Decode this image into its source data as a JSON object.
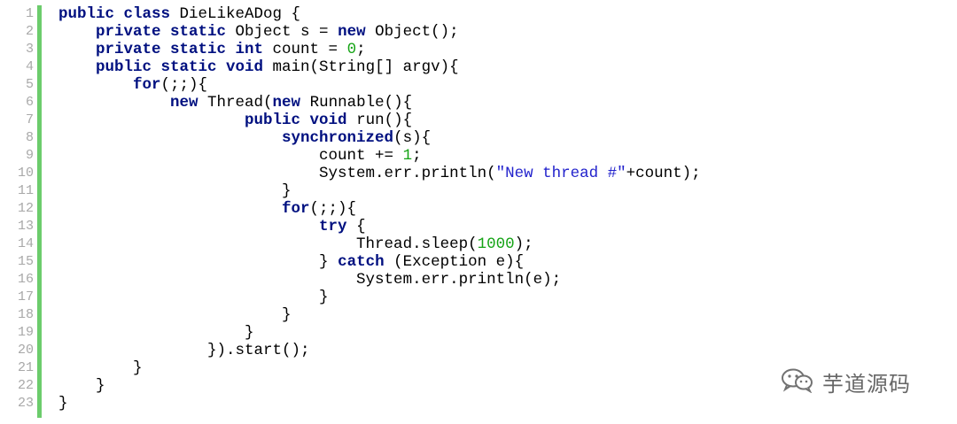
{
  "editor": {
    "line_numbers": [
      "1",
      "2",
      "3",
      "4",
      "5",
      "6",
      "7",
      "8",
      "9",
      "10",
      "11",
      "12",
      "13",
      "14",
      "15",
      "16",
      "17",
      "18",
      "19",
      "20",
      "21",
      "22",
      "23"
    ],
    "lines": [
      [
        {
          "t": "public class ",
          "c": "kw"
        },
        {
          "t": "DieLikeADog {",
          "c": ""
        }
      ],
      [
        {
          "t": "    private static ",
          "c": "kw"
        },
        {
          "t": "Object s = ",
          "c": ""
        },
        {
          "t": "new ",
          "c": "kw"
        },
        {
          "t": "Object();",
          "c": ""
        }
      ],
      [
        {
          "t": "    private static int ",
          "c": "kw"
        },
        {
          "t": "count = ",
          "c": ""
        },
        {
          "t": "0",
          "c": "num"
        },
        {
          "t": ";",
          "c": ""
        }
      ],
      [
        {
          "t": "    public static void ",
          "c": "kw"
        },
        {
          "t": "main(String[] argv){",
          "c": ""
        }
      ],
      [
        {
          "t": "        for",
          "c": "kw"
        },
        {
          "t": "(;;){",
          "c": ""
        }
      ],
      [
        {
          "t": "            new ",
          "c": "kw"
        },
        {
          "t": "Thread(",
          "c": ""
        },
        {
          "t": "new ",
          "c": "kw"
        },
        {
          "t": "Runnable(){",
          "c": ""
        }
      ],
      [
        {
          "t": "                    public void ",
          "c": "kw"
        },
        {
          "t": "run(){",
          "c": ""
        }
      ],
      [
        {
          "t": "                        synchronized",
          "c": "kw"
        },
        {
          "t": "(s){",
          "c": ""
        }
      ],
      [
        {
          "t": "                            count += ",
          "c": ""
        },
        {
          "t": "1",
          "c": "num"
        },
        {
          "t": ";",
          "c": ""
        }
      ],
      [
        {
          "t": "                            System.err.println(",
          "c": ""
        },
        {
          "t": "\"New thread #\"",
          "c": "str"
        },
        {
          "t": "+count);",
          "c": ""
        }
      ],
      [
        {
          "t": "                        }",
          "c": ""
        }
      ],
      [
        {
          "t": "                        for",
          "c": "kw"
        },
        {
          "t": "(;;){",
          "c": ""
        }
      ],
      [
        {
          "t": "                            try ",
          "c": "kw"
        },
        {
          "t": "{",
          "c": ""
        }
      ],
      [
        {
          "t": "                                Thread.sleep(",
          "c": ""
        },
        {
          "t": "1000",
          "c": "num"
        },
        {
          "t": ");",
          "c": ""
        }
      ],
      [
        {
          "t": "                            } ",
          "c": ""
        },
        {
          "t": "catch ",
          "c": "kw"
        },
        {
          "t": "(Exception e){",
          "c": ""
        }
      ],
      [
        {
          "t": "                                System.err.println(e);",
          "c": ""
        }
      ],
      [
        {
          "t": "                            }",
          "c": ""
        }
      ],
      [
        {
          "t": "                        }",
          "c": ""
        }
      ],
      [
        {
          "t": "                    }",
          "c": ""
        }
      ],
      [
        {
          "t": "                }).start();",
          "c": ""
        }
      ],
      [
        {
          "t": "        }",
          "c": ""
        }
      ],
      [
        {
          "t": "    }",
          "c": ""
        }
      ],
      [
        {
          "t": "}",
          "c": ""
        }
      ]
    ]
  },
  "watermark": {
    "icon": "wechat-icon",
    "text": "芋道源码"
  }
}
